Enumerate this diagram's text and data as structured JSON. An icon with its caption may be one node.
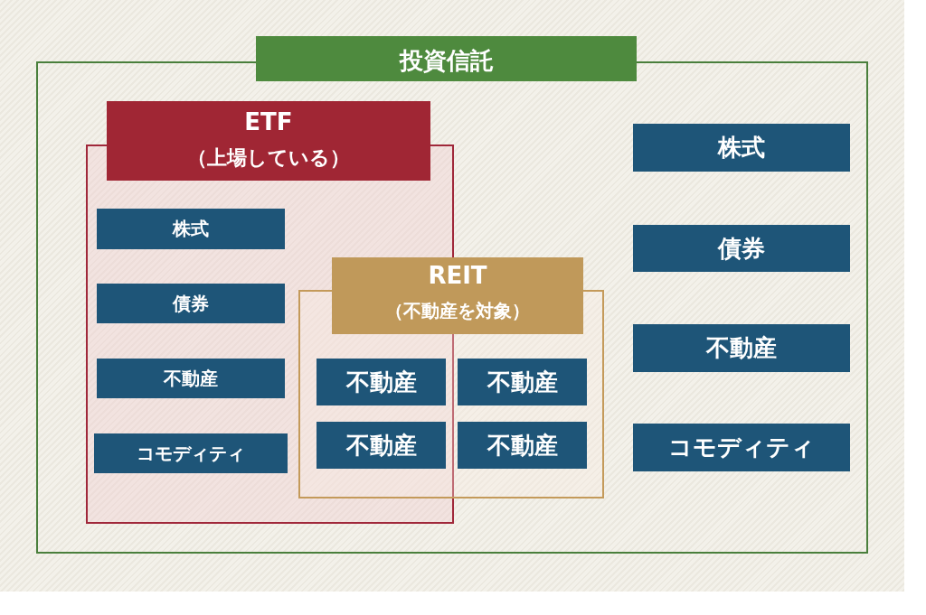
{
  "diagram": {
    "nodes": [
      {
        "text": [
          "投資信託"
        ]
      },
      {
        "text": [
          "ETF",
          "（上場している）"
        ],
        "in": 0
      },
      {
        "text": [
          "株式"
        ],
        "in": 1
      },
      {
        "text": [
          "債券"
        ],
        "in": 1
      },
      {
        "text": [
          "不動産"
        ],
        "in": 1
      },
      {
        "text": [
          "コモディティ"
        ],
        "in": 1
      },
      {
        "text": [
          "REIT",
          "（不動産を対象）"
        ],
        "in": 0
      },
      {
        "text": [
          "不動産"
        ]
      },
      {
        "text": [
          "不動産"
        ],
        "in": 6
      },
      {
        "text": [
          "不動産"
        ]
      },
      {
        "text": [
          "不動産"
        ],
        "in": 6
      },
      {
        "text": [
          "株式"
        ],
        "in": 0
      },
      {
        "text": [
          "債券"
        ],
        "in": 0
      },
      {
        "text": [
          "不動産"
        ],
        "in": 0
      },
      {
        "text": [
          "コモディティ"
        ],
        "in": 0
      }
    ]
  }
}
